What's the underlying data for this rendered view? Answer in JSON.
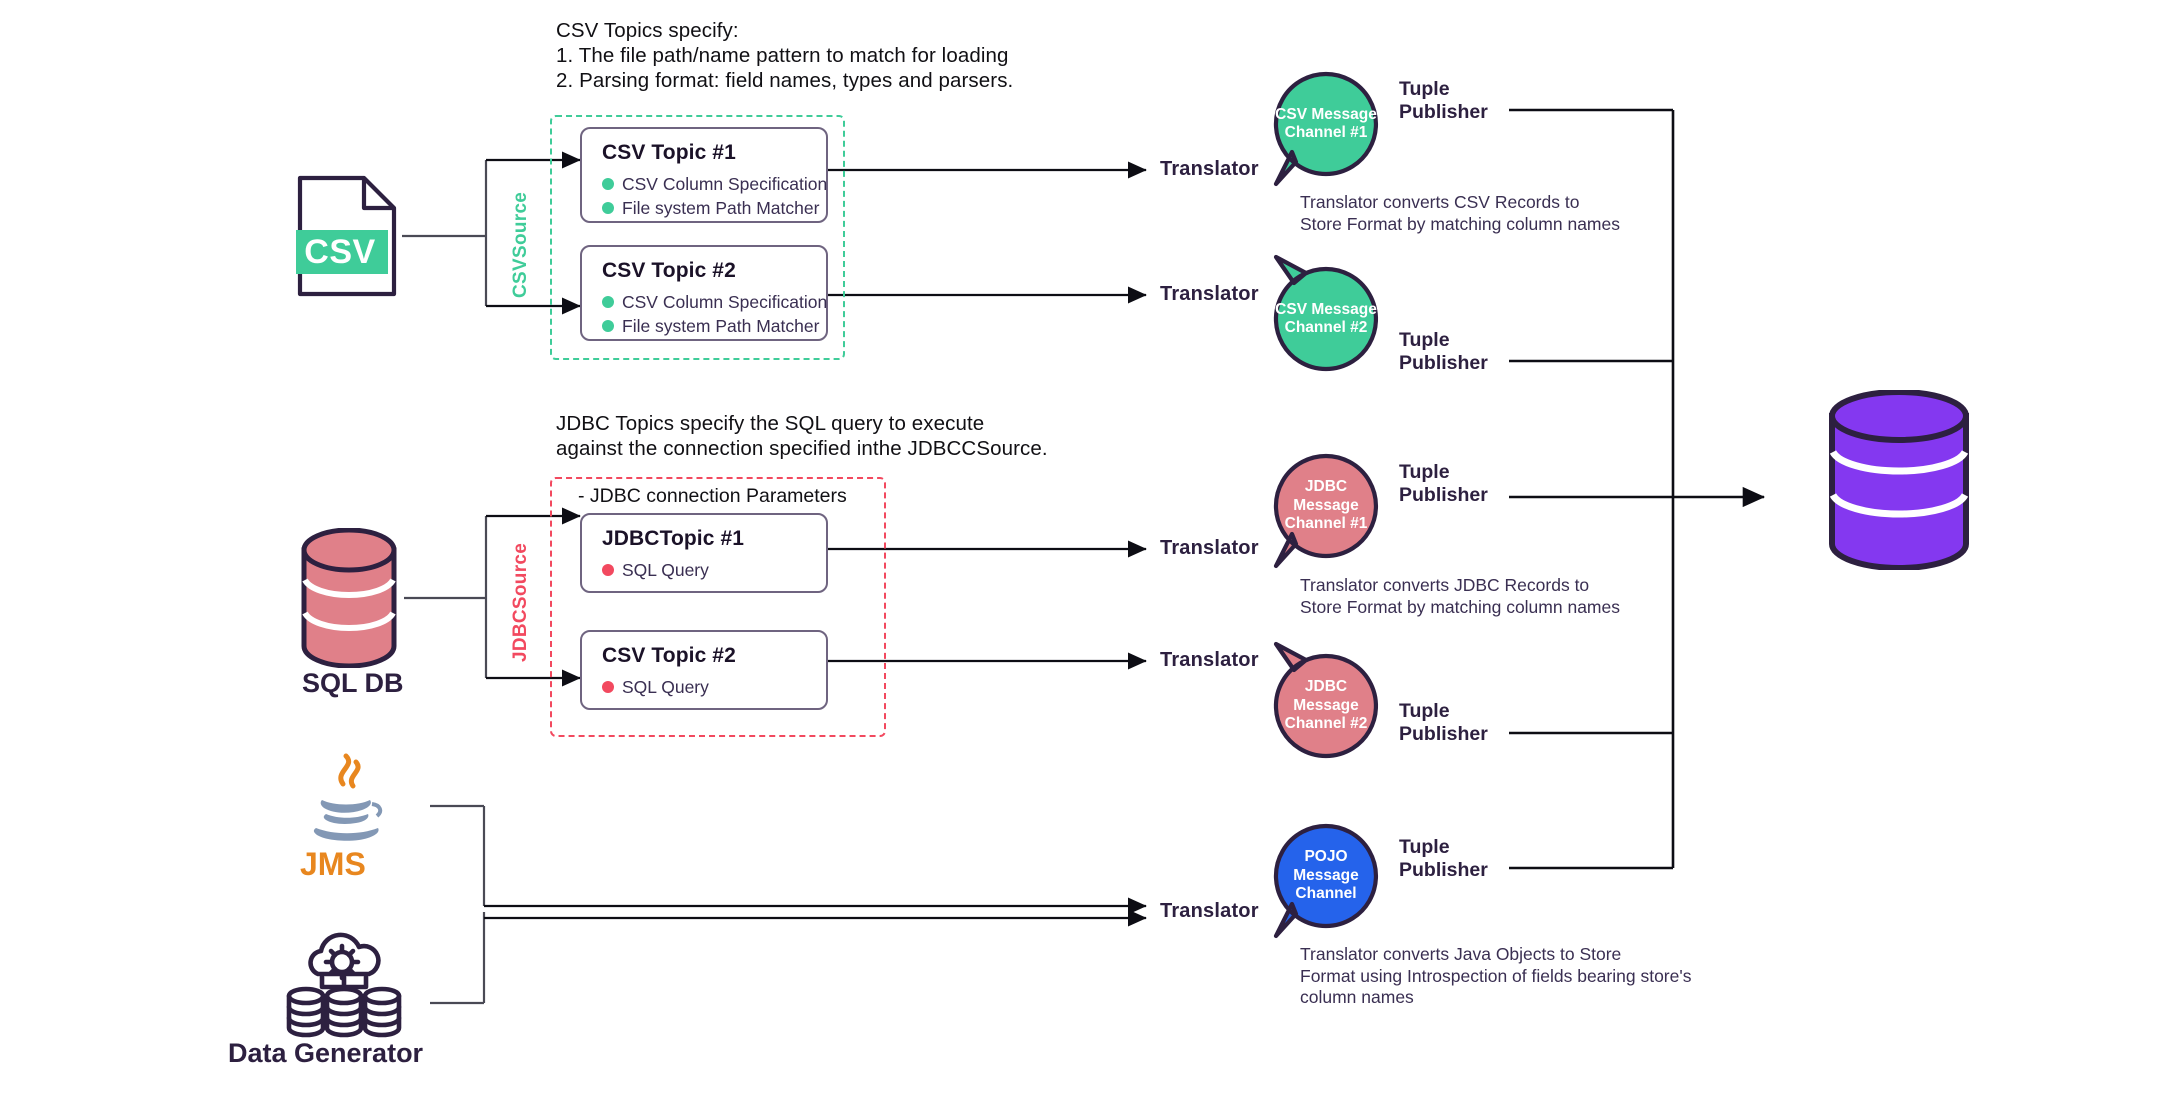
{
  "notes": {
    "csv_note": "CSV Topics specify:\n1. The file path/name pattern to match for loading\n2. Parsing format: field names, types and parsers.",
    "jdbc_note": "JDBC Topics specify the SQL query to execute\nagainst the connection specified inthe JDBCCSource.",
    "jdbc_params": "- JDBC connection Parameters"
  },
  "sources": [
    {
      "id": "csv",
      "icon": "csv-file-icon",
      "label": "CSV",
      "connector": "CSVSource",
      "accent": "#3fcc99"
    },
    {
      "id": "sqldb",
      "icon": "database-icon",
      "label": "SQL DB",
      "connector": "JDBCSource",
      "accent": "#f2495f"
    },
    {
      "id": "jms",
      "icon": "java-coffee-icon",
      "label": "JMS",
      "connector": "",
      "accent": "#e8871f"
    },
    {
      "id": "datagen",
      "icon": "cloud-database-gear-icon",
      "label": "Data Generator",
      "connector": "",
      "accent": "#2d2040"
    }
  ],
  "topics": [
    {
      "title": "CSV Topic #1",
      "dot": "green",
      "bullets": [
        "CSV Column Specification",
        "File system Path Matcher"
      ]
    },
    {
      "title": "CSV Topic #2",
      "dot": "green",
      "bullets": [
        "CSV Column Specification",
        "File system Path Matcher"
      ]
    },
    {
      "title": "JDBCTopic #1",
      "dot": "red",
      "bullets": [
        "SQL Query"
      ]
    },
    {
      "title": "CSV Topic #2",
      "dot": "red",
      "bullets": [
        "SQL Query"
      ]
    }
  ],
  "translator_label": "Translator",
  "translators": [
    "Translator",
    "Translator",
    "Translator",
    "Translator",
    "Translator"
  ],
  "channels": [
    {
      "name": "CSV\nMessage\nChannel\n#1",
      "color": "#3fcc99",
      "publisher": "Tuple\nPublisher",
      "tail": "down-left"
    },
    {
      "name": "CSV\nMessage\nChannel\n#2",
      "color": "#3fcc99",
      "publisher": "Tuple\nPublisher",
      "tail": "up-left"
    },
    {
      "name": "JDBC\nMessage\nChannel\n#1",
      "color": "#e08089",
      "publisher": "Tuple\nPublisher",
      "tail": "down-left"
    },
    {
      "name": "JDBC\nMessage\nChannel\n#2",
      "color": "#e08089",
      "publisher": "Tuple\nPublisher",
      "tail": "up-left"
    },
    {
      "name": "POJO\nMessage\nChannel",
      "color": "#2563eb",
      "publisher": "Tuple\nPublisher",
      "tail": "down-left"
    }
  ],
  "captions": [
    "Translator converts CSV Records to\nStore Format by matching column names",
    "Translator converts JDBC Records to\nStore Format by matching column names",
    "Translator converts Java Objects to Store\nFormat using Introspection of fields bearing store's\ncolumn names"
  ],
  "store": {
    "icon": "purple-database-icon",
    "color": "#8438f0"
  },
  "colors": {
    "green": "#3fcc99",
    "red": "#f2495f",
    "pink": "#e08089",
    "blue": "#2563eb",
    "purple": "#8438f0",
    "ink": "#2d2040",
    "card_border": "#6f6480"
  }
}
